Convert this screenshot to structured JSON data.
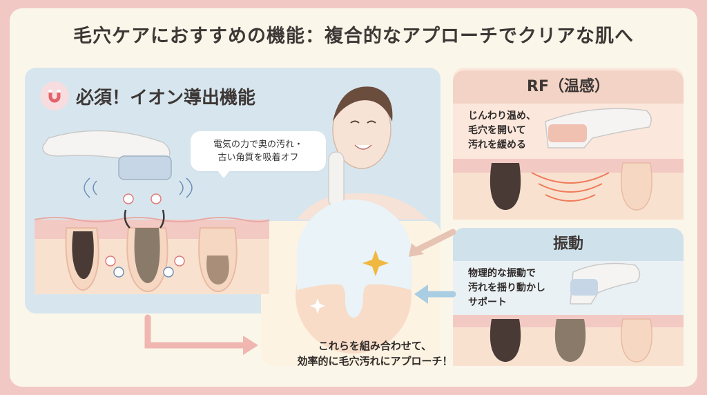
{
  "title": "毛穴ケアにおすすめの機能：複合的なアプローチでクリアな肌へ",
  "ion": {
    "heading": "必須！イオン導出機能",
    "bubble": [
      "電気の力で奥の汚れ・",
      "古い角質を吸着オフ"
    ]
  },
  "rf": {
    "heading": "RF（温感）",
    "text": [
      "じんわり温め、",
      "毛穴を開いて",
      "汚れを緩める"
    ]
  },
  "vibration": {
    "heading": "振動",
    "text": [
      "物理的な振動で",
      "汚れを揺り動かし",
      "サポート"
    ]
  },
  "center": {
    "caption": [
      "これらを組み合わせて、",
      "効率的に毛穴汚れにアプローチ！"
    ]
  },
  "colors": {
    "background": "#f2c8c4",
    "frame": "#fbf6ea",
    "ion_panel": "#d7e6ee",
    "rf_panel": "#fbe7dc",
    "vib_panel": "#eaf1f4",
    "arrow": "#f0b6b0"
  }
}
